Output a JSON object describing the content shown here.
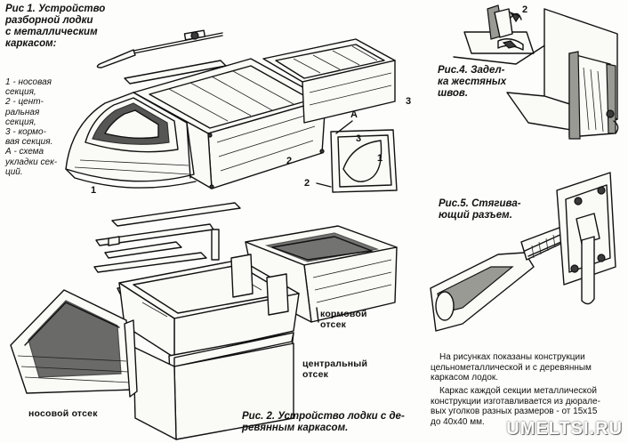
{
  "fig1": {
    "caption": [
      "Рис 1. Устройство",
      "разборной лодки",
      "с металлическим",
      "каркасом:"
    ],
    "legend": [
      "1 - носовая",
      "секция,",
      "2 - цент-",
      "ральная",
      "секция,",
      "3 - кормо-",
      "вая секция.",
      "А - схема",
      "укладки сек-",
      "ций."
    ],
    "num1": "1",
    "num2": "2",
    "num3": "3",
    "schemeA": "А",
    "schemeNum1": "1",
    "schemeNum2": "2",
    "schemeNum3": "3"
  },
  "fig4": {
    "caption": [
      "Рис.4. Задел-",
      "ка жестяных",
      "швов."
    ],
    "num": "2"
  },
  "fig5": {
    "caption": [
      "Рис.5. Стягива-",
      "ющий разъем."
    ]
  },
  "fig2": {
    "caption": [
      "Рис. 2. Устройство лодки с де-",
      "ревянным каркасом."
    ],
    "stern_label": [
      "кормовой",
      "отсек"
    ],
    "central_label": [
      "центральный",
      "отсек"
    ],
    "bow_label": "носовой отсек"
  },
  "text": {
    "para1": [
      "На рисунках показаны конструкции",
      "цельнометаллической и с деревянным",
      "каркасом лодок."
    ],
    "para2": [
      "Каркас каждой секции металлической",
      "конструкции изготавливается из дюрале-",
      "вых уголков разных размеров - от 15х15",
      "до 40х40 мм."
    ]
  },
  "watermark": "UMELTSI.RU"
}
